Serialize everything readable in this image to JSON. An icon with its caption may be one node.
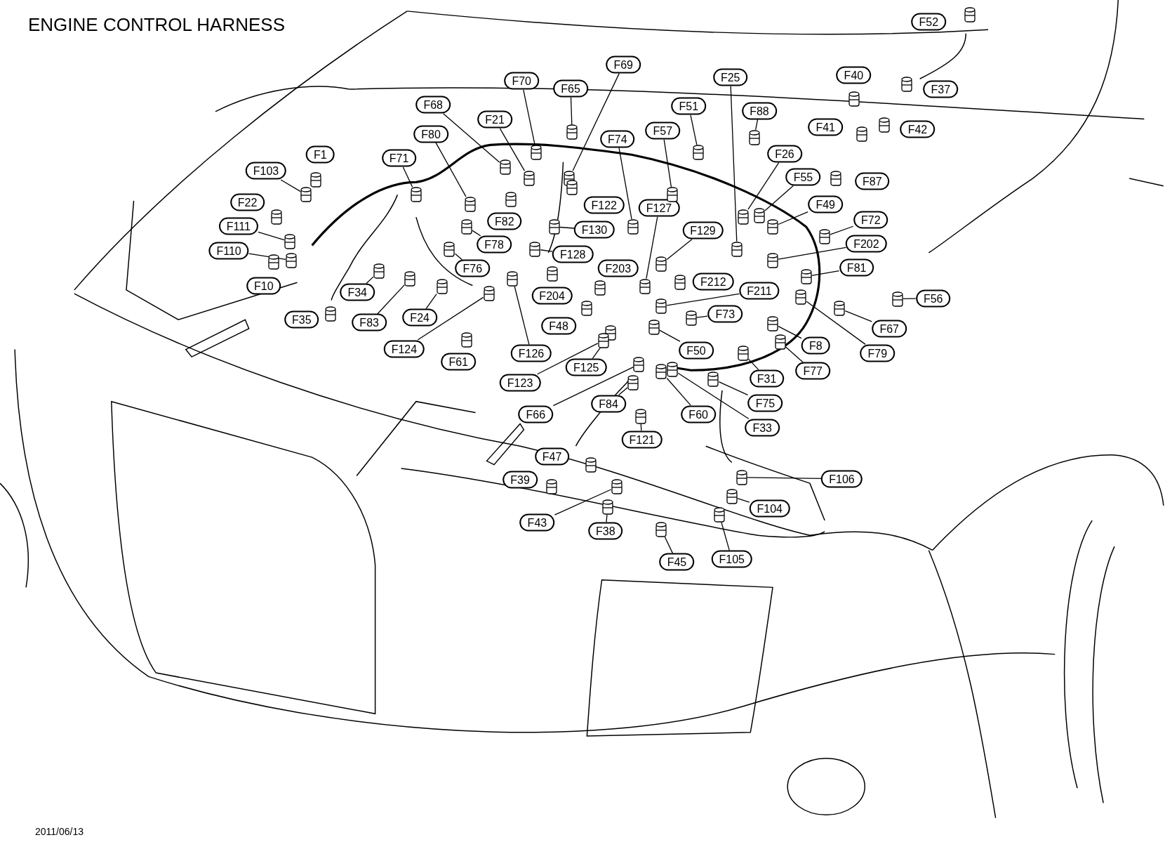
{
  "diagram": {
    "title": "ENGINE CONTROL HARNESS",
    "nodes": [
      {
        "text": [
          "F52"
        ]
      },
      {
        "text": [
          "F37"
        ]
      },
      {
        "text": [
          "F40"
        ]
      },
      {
        "text": [
          "F25"
        ]
      },
      {
        "text": [
          "F69"
        ]
      },
      {
        "text": [
          "F70"
        ]
      },
      {
        "text": [
          "F65"
        ]
      },
      {
        "text": [
          "F68"
        ]
      },
      {
        "text": [
          "F51"
        ]
      },
      {
        "text": [
          "F88"
        ]
      },
      {
        "text": [
          "F21"
        ]
      },
      {
        "text": [
          "F41"
        ]
      },
      {
        "text": [
          "F42"
        ]
      },
      {
        "text": [
          "F57"
        ]
      },
      {
        "text": [
          "F80"
        ]
      },
      {
        "text": [
          "F74"
        ]
      },
      {
        "text": [
          "F1"
        ]
      },
      {
        "text": [
          "F26"
        ]
      },
      {
        "text": [
          "F71"
        ]
      },
      {
        "text": [
          "F103"
        ]
      },
      {
        "text": [
          "F55"
        ]
      },
      {
        "text": [
          "F87"
        ]
      },
      {
        "text": [
          "F22"
        ]
      },
      {
        "text": [
          "F49"
        ]
      },
      {
        "text": [
          "F122"
        ]
      },
      {
        "text": [
          "F127"
        ]
      },
      {
        "text": [
          "F72"
        ]
      },
      {
        "text": [
          "F82"
        ]
      },
      {
        "text": [
          "F111"
        ]
      },
      {
        "text": [
          "F130"
        ]
      },
      {
        "text": [
          "F129"
        ]
      },
      {
        "text": [
          "F78"
        ]
      },
      {
        "text": [
          "F202"
        ]
      },
      {
        "text": [
          "F110"
        ]
      },
      {
        "text": [
          "F128"
        ]
      },
      {
        "text": [
          "F81"
        ]
      },
      {
        "text": [
          "F76"
        ]
      },
      {
        "text": [
          "F203"
        ]
      },
      {
        "text": [
          "F212"
        ]
      },
      {
        "text": [
          "F10"
        ]
      },
      {
        "text": [
          "F211"
        ]
      },
      {
        "text": [
          "F34"
        ]
      },
      {
        "text": [
          "F204"
        ]
      },
      {
        "text": [
          "F56"
        ]
      },
      {
        "text": [
          "F73"
        ]
      },
      {
        "text": [
          "F24"
        ]
      },
      {
        "text": [
          "F35"
        ]
      },
      {
        "text": [
          "F83"
        ]
      },
      {
        "text": [
          "F48"
        ]
      },
      {
        "text": [
          "F67"
        ]
      },
      {
        "text": [
          "F8"
        ]
      },
      {
        "text": [
          "F124"
        ]
      },
      {
        "text": [
          "F126"
        ]
      },
      {
        "text": [
          "F79"
        ]
      },
      {
        "text": [
          "F50"
        ]
      },
      {
        "text": [
          "F61"
        ]
      },
      {
        "text": [
          "F125"
        ]
      },
      {
        "text": [
          "F77"
        ]
      },
      {
        "text": [
          "F31"
        ]
      },
      {
        "text": [
          "F123"
        ]
      },
      {
        "text": [
          "F75"
        ]
      },
      {
        "text": [
          "F84"
        ]
      },
      {
        "text": [
          "F60"
        ]
      },
      {
        "text": [
          "F66"
        ]
      },
      {
        "text": [
          "F33"
        ]
      },
      {
        "text": [
          "F121"
        ]
      },
      {
        "text": [
          "F47"
        ]
      },
      {
        "text": [
          "F106"
        ]
      },
      {
        "text": [
          "F39"
        ]
      },
      {
        "text": [
          "F104"
        ]
      },
      {
        "text": [
          "F43"
        ]
      },
      {
        "text": [
          "F38"
        ]
      },
      {
        "text": [
          "F45"
        ]
      },
      {
        "text": [
          "F105"
        ]
      },
      {
        "text": [],
        "shape": "cylinder"
      },
      {
        "text": [],
        "shape": "cylinder"
      },
      {
        "text": [],
        "shape": "cylinder"
      },
      {
        "text": [],
        "shape": "cylinder"
      },
      {
        "text": [],
        "shape": "cylinder"
      },
      {
        "text": [],
        "shape": "cylinder"
      },
      {
        "text": [],
        "shape": "cylinder"
      },
      {
        "text": [],
        "shape": "cylinder"
      },
      {
        "text": [],
        "shape": "cylinder"
      },
      {
        "text": [],
        "shape": "cylinder"
      },
      {
        "text": [],
        "shape": "cylinder"
      },
      {
        "text": [],
        "shape": "cylinder"
      },
      {
        "text": [],
        "shape": "cylinder"
      },
      {
        "text": [],
        "shape": "cylinder"
      },
      {
        "text": [],
        "shape": "cylinder"
      },
      {
        "text": [],
        "shape": "cylinder"
      },
      {
        "text": [],
        "shape": "cylinder"
      },
      {
        "text": [],
        "shape": "cylinder"
      },
      {
        "text": [],
        "shape": "cylinder"
      },
      {
        "text": [],
        "shape": "cylinder"
      },
      {
        "text": [],
        "shape": "cylinder"
      },
      {
        "text": [],
        "shape": "cylinder"
      },
      {
        "text": [],
        "shape": "cylinder"
      },
      {
        "text": [],
        "shape": "cylinder"
      },
      {
        "text": [],
        "shape": "cylinder"
      },
      {
        "text": [],
        "shape": "cylinder"
      },
      {
        "text": [],
        "shape": "cylinder"
      },
      {
        "text": [],
        "shape": "cylinder"
      },
      {
        "text": [],
        "shape": "cylinder"
      },
      {
        "text": [],
        "shape": "cylinder"
      },
      {
        "text": [],
        "shape": "cylinder"
      },
      {
        "text": [],
        "shape": "cylinder"
      },
      {
        "text": [],
        "shape": "cylinder"
      },
      {
        "text": [],
        "shape": "cylinder"
      },
      {
        "text": [],
        "shape": "cylinder"
      },
      {
        "text": [],
        "shape": "cylinder"
      },
      {
        "text": [],
        "shape": "cylinder"
      },
      {
        "text": [],
        "shape": "cylinder"
      },
      {
        "text": [],
        "shape": "cylinder"
      },
      {
        "text": [],
        "shape": "cylinder"
      },
      {
        "text": [],
        "shape": "cylinder"
      },
      {
        "text": [],
        "shape": "cylinder"
      },
      {
        "text": [],
        "shape": "cylinder"
      },
      {
        "text": [],
        "shape": "cylinder"
      },
      {
        "text": [],
        "shape": "cylinder"
      },
      {
        "text": [],
        "shape": "cylinder"
      },
      {
        "text": [],
        "shape": "cylinder"
      },
      {
        "text": [],
        "shape": "cylinder"
      },
      {
        "text": [],
        "shape": "cylinder"
      },
      {
        "text": [],
        "shape": "cylinder"
      },
      {
        "text": [],
        "shape": "cylinder"
      },
      {
        "text": [],
        "shape": "cylinder"
      },
      {
        "text": [],
        "shape": "cylinder"
      },
      {
        "text": [],
        "shape": "cylinder"
      },
      {
        "text": [],
        "shape": "cylinder"
      },
      {
        "text": [],
        "shape": "cylinder"
      },
      {
        "text": [],
        "shape": "cylinder"
      },
      {
        "text": [],
        "shape": "cylinder"
      },
      {
        "text": [],
        "shape": "cylinder"
      },
      {
        "text": [],
        "shape": "cylinder"
      },
      {
        "text": [],
        "shape": "cylinder"
      },
      {
        "text": [],
        "shape": "cylinder"
      },
      {
        "text": [],
        "shape": "cylinder"
      },
      {
        "text": [],
        "shape": "cylinder"
      },
      {
        "text": [],
        "shape": "cylinder"
      },
      {
        "text": [],
        "shape": "cylinder"
      },
      {
        "text": [],
        "shape": "cylinder"
      },
      {
        "text": [],
        "shape": "cylinder"
      },
      {
        "text": [],
        "shape": "cylinder"
      },
      {
        "text": [],
        "shape": "cylinder"
      },
      {
        "text": [],
        "shape": "cylinder"
      },
      {
        "text": [],
        "shape": "cylinder"
      },
      {
        "text": [],
        "shape": "cylinder"
      },
      {
        "text": [],
        "shape": "cylinder"
      }
    ],
    "edges": [
      {
        "from": 3,
        "to": 77,
        "arrow": "none"
      },
      {
        "from": 4,
        "to": 78,
        "arrow": "none"
      },
      {
        "from": 5,
        "to": 79,
        "arrow": "none"
      },
      {
        "from": 6,
        "to": 80,
        "arrow": "none"
      },
      {
        "from": 7,
        "to": 81,
        "arrow": "none"
      },
      {
        "from": 8,
        "to": 82,
        "arrow": "none"
      },
      {
        "from": 9,
        "to": 83,
        "arrow": "none"
      },
      {
        "from": 10,
        "to": 84,
        "arrow": "none"
      },
      {
        "from": 13,
        "to": 87,
        "arrow": "none"
      },
      {
        "from": 14,
        "to": 88,
        "arrow": "none"
      },
      {
        "from": 15,
        "to": 89,
        "arrow": "none"
      },
      {
        "from": 17,
        "to": 91,
        "arrow": "none"
      },
      {
        "from": 18,
        "to": 92,
        "arrow": "none"
      },
      {
        "from": 19,
        "to": 93,
        "arrow": "none"
      },
      {
        "from": 20,
        "to": 94,
        "arrow": "none"
      },
      {
        "from": 23,
        "to": 97,
        "arrow": "none"
      },
      {
        "from": 25,
        "to": 99,
        "arrow": "none"
      },
      {
        "from": 26,
        "to": 100,
        "arrow": "none"
      },
      {
        "from": 28,
        "to": 102,
        "arrow": "none"
      },
      {
        "from": 29,
        "to": 103,
        "arrow": "none"
      },
      {
        "from": 30,
        "to": 104,
        "arrow": "none"
      },
      {
        "from": 31,
        "to": 105,
        "arrow": "none"
      },
      {
        "from": 32,
        "to": 106,
        "arrow": "none"
      },
      {
        "from": 33,
        "to": 107,
        "arrow": "none"
      },
      {
        "from": 34,
        "to": 108,
        "arrow": "none"
      },
      {
        "from": 35,
        "to": 109,
        "arrow": "none"
      },
      {
        "from": 36,
        "to": 110,
        "arrow": "none"
      },
      {
        "from": 40,
        "to": 114,
        "arrow": "none"
      },
      {
        "from": 41,
        "to": 115,
        "arrow": "none"
      },
      {
        "from": 43,
        "to": 117,
        "arrow": "none"
      },
      {
        "from": 44,
        "to": 118,
        "arrow": "none"
      },
      {
        "from": 45,
        "to": 119,
        "arrow": "none"
      },
      {
        "from": 47,
        "to": 121,
        "arrow": "none"
      },
      {
        "from": 49,
        "to": 123,
        "arrow": "none"
      },
      {
        "from": 50,
        "to": 124,
        "arrow": "none"
      },
      {
        "from": 51,
        "to": 125,
        "arrow": "none"
      },
      {
        "from": 52,
        "to": 126,
        "arrow": "none"
      },
      {
        "from": 53,
        "to": 127,
        "arrow": "none"
      },
      {
        "from": 54,
        "to": 128,
        "arrow": "none"
      },
      {
        "from": 56,
        "to": 130,
        "arrow": "none"
      },
      {
        "from": 57,
        "to": 131,
        "arrow": "none"
      },
      {
        "from": 58,
        "to": 132,
        "arrow": "none"
      },
      {
        "from": 59,
        "to": 133,
        "arrow": "none"
      },
      {
        "from": 60,
        "to": 134,
        "arrow": "none"
      },
      {
        "from": 61,
        "to": 135,
        "arrow": "none"
      },
      {
        "from": 62,
        "to": 136,
        "arrow": "none"
      },
      {
        "from": 63,
        "to": 137,
        "arrow": "none"
      },
      {
        "from": 64,
        "to": 138,
        "arrow": "none"
      },
      {
        "from": 65,
        "to": 139,
        "arrow": "none"
      },
      {
        "from": 67,
        "to": 141,
        "arrow": "none"
      },
      {
        "from": 69,
        "to": 143,
        "arrow": "none"
      },
      {
        "from": 70,
        "to": 144,
        "arrow": "none"
      },
      {
        "from": 71,
        "to": 145,
        "arrow": "none"
      },
      {
        "from": 72,
        "to": 146,
        "arrow": "none"
      },
      {
        "from": 73,
        "to": 147,
        "arrow": "none"
      }
    ],
    "labels": [
      "2011/06/13"
    ]
  }
}
